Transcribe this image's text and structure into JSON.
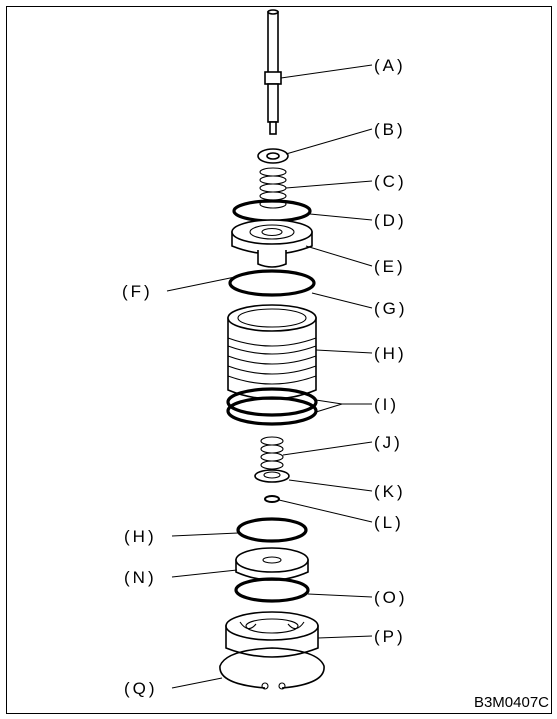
{
  "figure_code": "B3M0407C",
  "labels": {
    "A": "(A)",
    "B": "(B)",
    "C": "(C)",
    "D": "(D)",
    "E": "(E)",
    "F": "(F)",
    "G": "(G)",
    "H1": "(H)",
    "I": "(I)",
    "J": "(J)",
    "K": "(K)",
    "L": "(L)",
    "H2": "(H)",
    "N": "(N)",
    "O": "(O)",
    "P": "(P)",
    "Q": "(Q)"
  }
}
